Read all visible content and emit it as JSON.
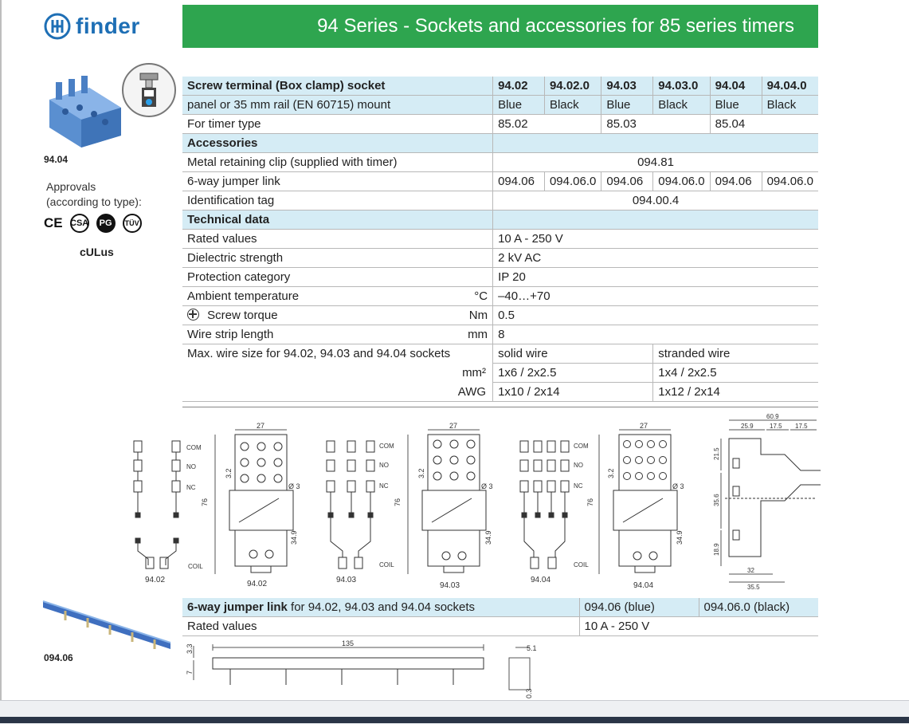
{
  "brand": "finder",
  "header_title": "94 Series - Sockets and accessories for 85 series timers",
  "product_label": "94.04",
  "approvals_line1": "Approvals",
  "approvals_line2": "(according to type):",
  "certifications": [
    "CE",
    "CSA",
    "PG",
    "TÜV"
  ],
  "cert_ul": "cULus",
  "spec_table": {
    "title_line1": "Screw terminal (Box clamp) socket",
    "title_line2": "panel or 35 mm rail (EN 60715) mount",
    "codes": [
      "94.02",
      "94.02.0",
      "94.03",
      "94.03.0",
      "94.04",
      "94.04.0"
    ],
    "colors": [
      "Blue",
      "Black",
      "Blue",
      "Black",
      "Blue",
      "Black"
    ],
    "timer_type_label": "For timer type",
    "timer_types": [
      "85.02",
      "85.03",
      "85.04"
    ],
    "accessories_label": "Accessories",
    "metal_clip_label": "Metal retaining clip (supplied with timer)",
    "metal_clip_value": "094.81",
    "jumper_label": "6-way jumper link",
    "jumper_values": [
      "094.06",
      "094.06.0",
      "094.06",
      "094.06.0",
      "094.06",
      "094.06.0"
    ],
    "id_tag_label": "Identification tag",
    "id_tag_value": "094.00.4",
    "technical_label": "Technical data",
    "rows": [
      {
        "label": "Rated values",
        "unit": "",
        "value": "10 A - 250 V"
      },
      {
        "label": "Dielectric strength",
        "unit": "",
        "value": "2 kV AC"
      },
      {
        "label": "Protection category",
        "unit": "",
        "value": "IP 20"
      },
      {
        "label": "Ambient temperature",
        "unit": "°C",
        "value": "–40…+70"
      },
      {
        "label": "Screw torque",
        "unit": "Nm",
        "value": "0.5"
      },
      {
        "label": "Wire strip length",
        "unit": "mm",
        "value": "8"
      }
    ],
    "wire_size_label": "Max. wire size for 94.02, 94.03 and 94.04 sockets",
    "solid_wire": "solid wire",
    "stranded_wire": "stranded wire",
    "unit_mm2": "mm²",
    "unit_awg": "AWG",
    "solid_mm2": "1x6 / 2x2.5",
    "stranded_mm2": "1x4 / 2x2.5",
    "solid_awg": "1x10 / 2x14",
    "stranded_awg": "1x12 / 2x14"
  },
  "drawings": {
    "labels": [
      "94.02",
      "94.02",
      "94.03",
      "94.03",
      "94.04",
      "94.04"
    ],
    "com": "COM",
    "no": "NO",
    "nc": "NC",
    "coil": "COIL",
    "dim_27": "27",
    "dim_76": "76",
    "dim_32": "3.2",
    "dim_349": "34.9",
    "dim_3": "Ø 3",
    "side_dims": [
      "60.9",
      "25.9",
      "17.5",
      "17.5",
      "21.5",
      "35.6",
      "18.9",
      "32",
      "35.5"
    ]
  },
  "jumper": {
    "product_label": "094.06",
    "row1_bold": "6-way jumper link",
    "row1_rest": " for 94.02, 94.03 and 94.04 sockets",
    "row1_blue": "094.06 (blue)",
    "row1_black": "094.06.0 (black)",
    "row2_label": "Rated values",
    "row2_value": "10 A - 250 V",
    "dims": [
      "135",
      "5.1",
      "3.3",
      "7",
      "0.3"
    ]
  }
}
